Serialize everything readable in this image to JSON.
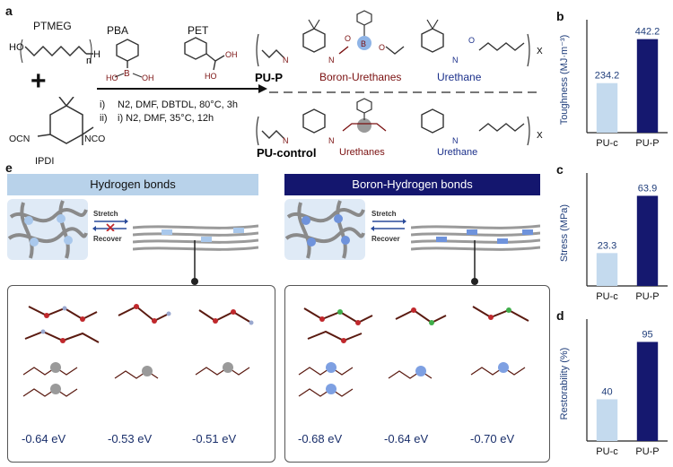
{
  "panels": {
    "a": "a",
    "b": "b",
    "c": "c",
    "d": "d",
    "e": "e"
  },
  "reaction": {
    "reagent1": "PTMEG",
    "reagent2": "IPDI",
    "reagent3": "PBA",
    "reagent4": "PET",
    "plus": "+",
    "cond_i_marker": "i)",
    "cond_ii_marker": "ii)",
    "cond1": "N2, DMF, DBTDL, 80°C, 3h",
    "cond2": "i) N2, DMF, 35°C, 12h",
    "product1": "PU-P",
    "product2": "PU-control",
    "p1_label1": "Boron-Urethanes",
    "p1_label2": "Urethane",
    "p2_label1": "Urethanes",
    "p2_label2": "Urethane",
    "sub_n": "n",
    "sub_x": "X"
  },
  "section_e": {
    "left_header": "Hydrogen bonds",
    "right_header": "Boron-Hydrogen bonds",
    "stretch": "Stretch",
    "recover": "Recover",
    "left_energies": [
      "-0.64 eV",
      "-0.53 eV",
      "-0.51 eV"
    ],
    "right_energies": [
      "-0.68 eV",
      "-0.64 eV",
      "-0.70 eV"
    ]
  },
  "chart_data": [
    {
      "type": "bar",
      "panel": "b",
      "categories": [
        "PU-c",
        "PU-P"
      ],
      "values": [
        234.2,
        442.2
      ],
      "value_labels": [
        "234.2",
        "442.2"
      ],
      "ylabel": "Toughness (MJ·m⁻³)",
      "ylim": [
        0,
        500
      ],
      "colors": [
        "#c4daee",
        "#15186f"
      ]
    },
    {
      "type": "bar",
      "panel": "c",
      "categories": [
        "PU-c",
        "PU-P"
      ],
      "values": [
        23.3,
        63.9
      ],
      "value_labels": [
        "23.3",
        "63.9"
      ],
      "ylabel": "Stress (MPa)",
      "ylim": [
        0,
        75
      ],
      "colors": [
        "#c4daee",
        "#15186f"
      ]
    },
    {
      "type": "bar",
      "panel": "d",
      "categories": [
        "PU-c",
        "PU-P"
      ],
      "values": [
        40,
        95
      ],
      "value_labels": [
        "40",
        "95"
      ],
      "ylabel": "Restorability (%)",
      "ylim": [
        0,
        110
      ],
      "colors": [
        "#c4daee",
        "#15186f"
      ]
    }
  ]
}
